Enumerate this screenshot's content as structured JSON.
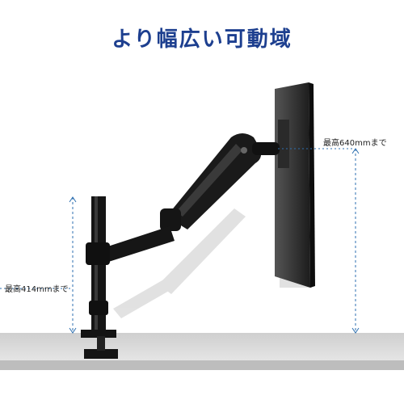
{
  "heading": "より幅広い可動域",
  "labels": {
    "max_height_pole": "最高414mmまで",
    "max_height_monitor": "最高640mmまで"
  },
  "colors": {
    "heading": "#1d3f8f",
    "dimension_line": "#2d6fb0",
    "desk": "#d9d9d9"
  },
  "icons": [
    "monitor-arm-illustration"
  ]
}
